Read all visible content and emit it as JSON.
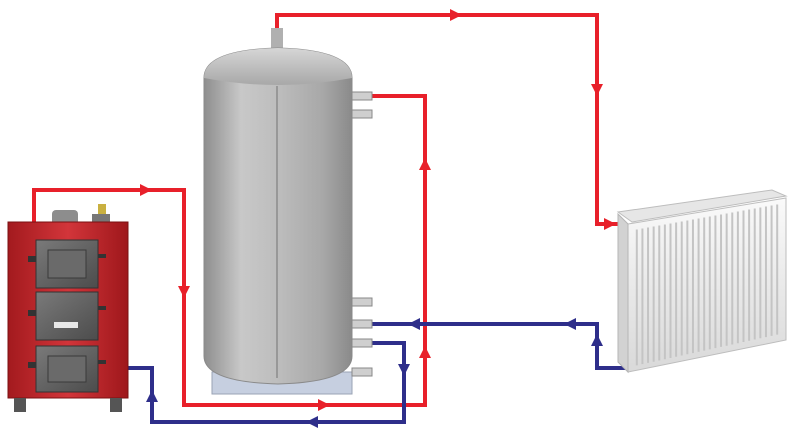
{
  "diagram": {
    "components": [
      {
        "id": "boiler",
        "name": "solid-fuel-boiler",
        "icon": "boiler-icon",
        "body_color": "#c8282c"
      },
      {
        "id": "tank",
        "name": "buffer-tank",
        "icon": "tank-icon",
        "body_color": "#b4b4b4"
      },
      {
        "id": "radiator",
        "name": "panel-radiator",
        "icon": "radiator-icon",
        "body_color": "#f2f2f2"
      }
    ],
    "pipes": [
      {
        "name": "boiler-flow-pipe",
        "kind": "supply",
        "from": "boiler",
        "to": "tank"
      },
      {
        "name": "boiler-return-pipe",
        "kind": "return",
        "from": "tank",
        "to": "boiler"
      },
      {
        "name": "tank-flow-pipe",
        "kind": "supply",
        "from": "tank",
        "to": "radiator"
      },
      {
        "name": "tank-side-flow-pipe",
        "kind": "supply",
        "from": "tank",
        "to": "tank"
      },
      {
        "name": "radiator-return-pipe",
        "kind": "return",
        "from": "radiator",
        "to": "tank"
      }
    ],
    "colors": {
      "supply": "#e8202a",
      "return": "#2e2e8a"
    }
  }
}
